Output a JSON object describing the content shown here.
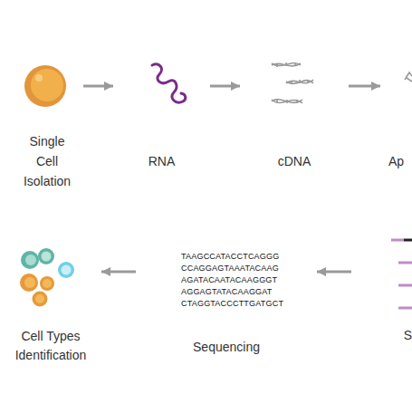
{
  "diagram": {
    "nodes": [
      {
        "text": [
          "Single Cell Isolation"
        ]
      },
      {
        "text": [
          "RNA"
        ]
      },
      {
        "text": [
          "cDNA"
        ]
      },
      {
        "text": [
          "Ap"
        ]
      },
      {
        "text": [
          "S"
        ]
      },
      {
        "text": [
          "Sequencing"
        ]
      },
      {
        "text": [
          "Cell Types Identification"
        ]
      }
    ],
    "edges": [
      {
        "from": 0,
        "to": 1,
        "arrow": "to"
      },
      {
        "from": 1,
        "to": 2,
        "arrow": "to"
      },
      {
        "from": 2,
        "to": 3,
        "arrow": "to"
      },
      {
        "from": 4,
        "to": 5,
        "arrow": "to"
      },
      {
        "from": 5,
        "to": 6,
        "arrow": "to"
      }
    ],
    "labels": [
      "TAAGCCATACCTCAGGG",
      "CCAGGAGTAAATACAAG",
      "AGATACAATACAAGGGT",
      "AGGAGTATACAAGGAT",
      "CTAGGTACCCTTGATGCT"
    ]
  }
}
